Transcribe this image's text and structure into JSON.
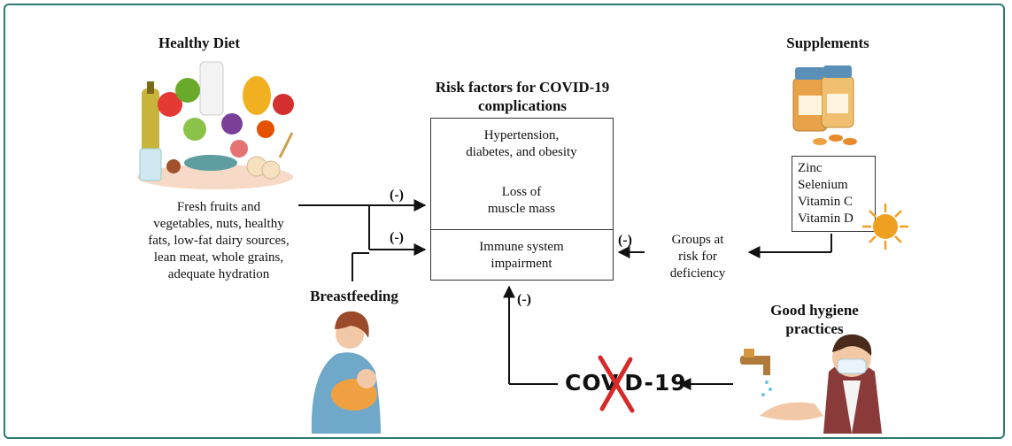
{
  "healthy_diet": {
    "title": "Healthy Diet",
    "lines": [
      "Fresh fruits and",
      "vegetables, nuts, healthy",
      "fats, low-fat dairy sources,",
      "lean meat, whole grains,",
      "adequate hydration"
    ]
  },
  "supplements": {
    "title": "Supplements",
    "items": [
      "Zinc",
      "Selenium",
      "Vitamin C",
      "Vitamin D"
    ]
  },
  "risk_factors": {
    "title_line1": "Risk factors for COVID-19",
    "title_line2": "complications",
    "factor1_line1": "Hypertension,",
    "factor1_line2": "diabetes, and obesity",
    "factor2_line1": "Loss of",
    "factor2_line2": "muscle mass",
    "factor3_line1": "Immune system",
    "factor3_line2": "impairment"
  },
  "groups": {
    "line1": "Groups at",
    "line2": "risk for",
    "line3": "deficiency"
  },
  "breastfeeding": {
    "title": "Breastfeeding"
  },
  "hygiene": {
    "title_line1": "Good hygiene",
    "title_line2": "practices"
  },
  "covid": {
    "label_part1": "COV",
    "label_part2": "D-19"
  },
  "signs": {
    "diet": "(-)",
    "breastfeeding": "(-)",
    "supplements": "(-)",
    "covid": "(-)"
  },
  "colors": {
    "frame": "#2e7a74",
    "cross": "#d42a2a",
    "sun": "#f0a020"
  }
}
